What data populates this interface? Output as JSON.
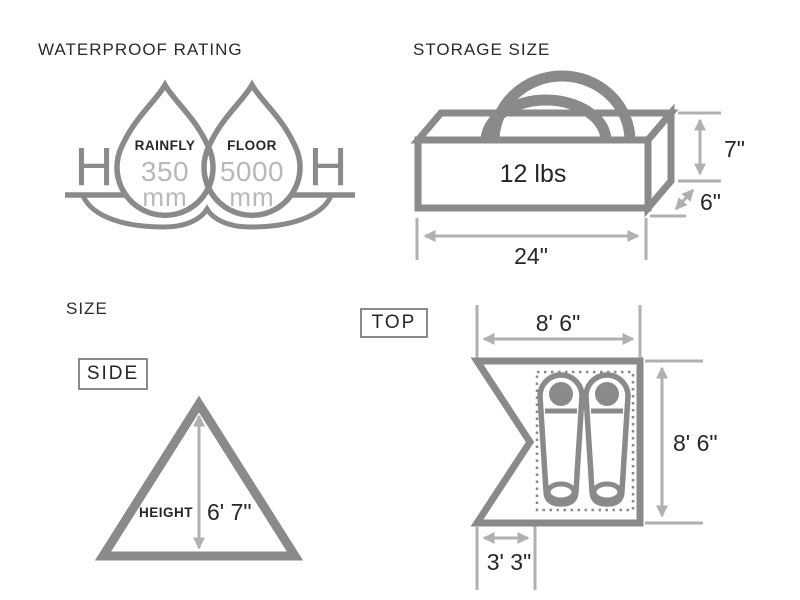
{
  "colors": {
    "shape_gray": "#8a8a8a",
    "dimension_gray": "#b0b0b0",
    "text_dark": "#262626",
    "value_light_gray": "#b8b8b8",
    "background": "#ffffff"
  },
  "waterproof": {
    "title": "WATERPROOF RATING",
    "h_symbol": "H",
    "drops": [
      {
        "label": "RAINFLY",
        "value": "350",
        "unit": "mm"
      },
      {
        "label": "FLOOR",
        "value": "5000",
        "unit": "mm"
      }
    ]
  },
  "storage": {
    "title": "STORAGE SIZE",
    "weight": "12 lbs",
    "height": "7\"",
    "depth": "6\"",
    "width": "24\""
  },
  "size": {
    "title": "SIZE",
    "side": {
      "view_label": "SIDE",
      "height_label": "HEIGHT",
      "height_value": "6' 7\""
    },
    "top": {
      "view_label": "TOP",
      "width": "8' 6\"",
      "length": "8' 6\"",
      "door_width": "3' 3\""
    }
  }
}
